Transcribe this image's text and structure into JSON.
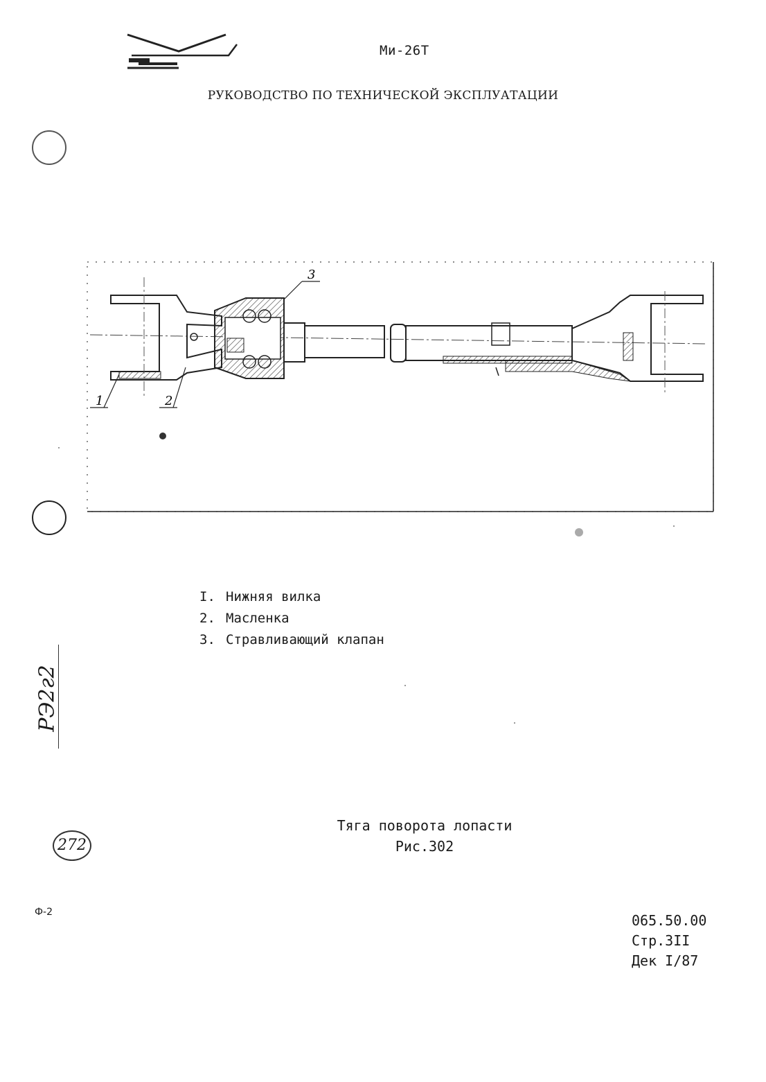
{
  "header": {
    "model": "Ми-26Т",
    "manual_title": "РУКОВОДСТВО ПО ТЕХНИЧЕСКОЙ ЭКСПЛУАТАЦИИ"
  },
  "figure": {
    "callouts": [
      "1",
      "2",
      "3"
    ],
    "legend": [
      {
        "num": "I.",
        "text": "Нижняя вилка"
      },
      {
        "num": "2.",
        "text": "Масленка"
      },
      {
        "num": "3.",
        "text": "Стравливающий клапан"
      }
    ],
    "caption_title": "Тяга поворота лопасти",
    "caption_fig": "Рис.302"
  },
  "margin": {
    "handwritten_note": "РЭ2г2",
    "page_stamp": "272",
    "form_code": "Ф-2"
  },
  "footer": {
    "section_code": "065.50.00",
    "page": "Стр.3II",
    "date": "Дек I/87"
  }
}
